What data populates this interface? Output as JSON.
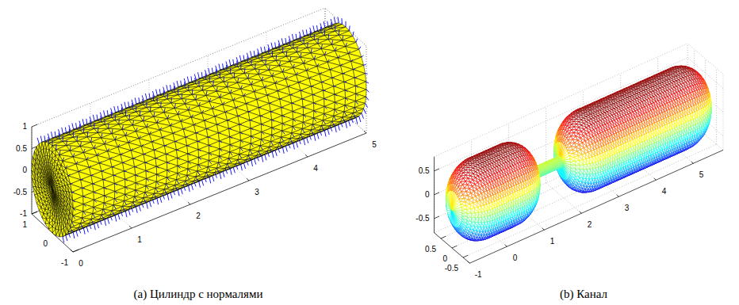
{
  "diagram": {
    "labels": [
      "1",
      "0.5",
      "0",
      "-0.5",
      "-1",
      "1",
      "0",
      "-1",
      "0",
      "1",
      "2",
      "3",
      "4",
      "5",
      "0.5",
      "0",
      "-0.5",
      "0.5",
      "0",
      "-0.5",
      "-1",
      "0",
      "1",
      "2",
      "3",
      "4",
      "5",
      "(a) Цилиндр с нормалями",
      "(b) Канал"
    ]
  }
}
